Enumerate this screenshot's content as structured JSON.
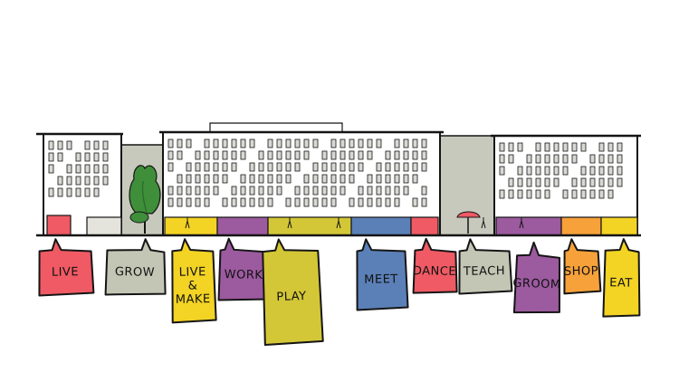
{
  "bubbles": [
    {
      "lines": [
        "LIVE"
      ],
      "color": "#ef5a64"
    },
    {
      "lines": [
        "GROW"
      ],
      "color": "#c3c6b4"
    },
    {
      "lines": [
        "LIVE",
        "&",
        "MAKE"
      ],
      "color": "#f3d324"
    },
    {
      "lines": [
        "WORK"
      ],
      "color": "#9c5a9f"
    },
    {
      "lines": [
        "PLAY"
      ],
      "color": "#d4c737"
    },
    {
      "lines": [
        "MEET"
      ],
      "color": "#5b80b8"
    },
    {
      "lines": [
        "DANCE"
      ],
      "color": "#ef5a64"
    },
    {
      "lines": [
        "TEACH"
      ],
      "color": "#c3c6b4"
    },
    {
      "lines": [
        "GROOM"
      ],
      "color": "#9c5a9f"
    },
    {
      "lines": [
        "SHOP"
      ],
      "color": "#f6a13a"
    },
    {
      "lines": [
        "EAT"
      ],
      "color": "#f3d324"
    }
  ],
  "colors": {
    "outline": "#151515",
    "facade": "#ffffff",
    "gap_gray": "#c8c9bd",
    "tree_green": "#3f8f3a",
    "tree_dark": "#2c6d2c",
    "window_gray": "#d9d9d4"
  },
  "icons": {
    "tree": "tree-icon",
    "people": "people-icon"
  }
}
